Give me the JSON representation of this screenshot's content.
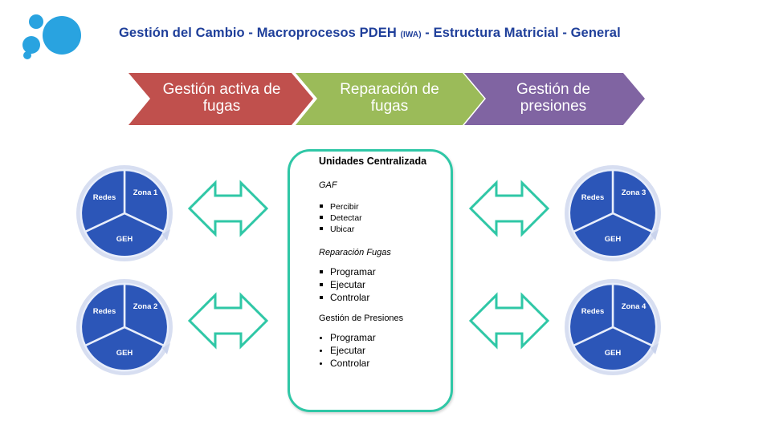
{
  "header": {
    "title_part1": "Gestión del Cambio - Macroprocesos PDEH ",
    "title_small": "(IWA)",
    "title_part2": " - Estructura Matricial - General"
  },
  "chevrons": [
    {
      "label": "Gestión activa de fugas",
      "color": "#c0504d"
    },
    {
      "label": "Reparación de fugas",
      "color": "#9bbb59"
    },
    {
      "label": "Gestión de presiones",
      "color": "#8064a2"
    }
  ],
  "cycles": [
    {
      "zone": "Zona 1",
      "redes": "Redes",
      "geh": "GEH"
    },
    {
      "zone": "Zona 2",
      "redes": "Redes",
      "geh": "GEH"
    },
    {
      "zone": "Zona 3",
      "redes": "Redes",
      "geh": "GEH"
    },
    {
      "zone": "Zona 4",
      "redes": "Redes",
      "geh": "GEH"
    }
  ],
  "panel": {
    "heading": "Unidades Centralizada",
    "gaf_title": "GAF",
    "gaf_items": [
      "Percibir",
      "Detectar",
      "Ubicar"
    ],
    "rep_title": "Reparación  Fugas",
    "rep_items": [
      "Programar",
      "Ejecutar",
      "Controlar"
    ],
    "pres_title": "Gestión de Presiones",
    "pres_items": [
      "Programar",
      "Ejecutar",
      "Controlar"
    ]
  },
  "colors": {
    "title": "#1f3f9a",
    "logo": "#29a3e0",
    "cycle_fill": "#2c56b8",
    "panel_border": "#2fc7a6",
    "arrow_stroke": "#2fc7a6"
  }
}
